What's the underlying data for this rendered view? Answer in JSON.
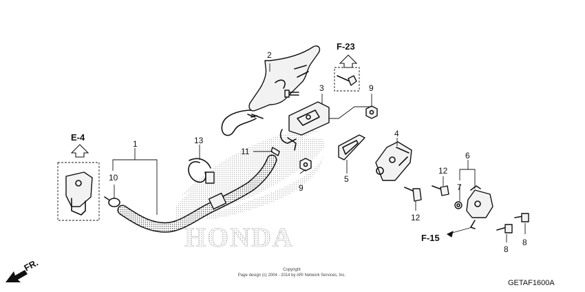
{
  "watermark": {
    "text": "HONDA"
  },
  "reference_labels": {
    "f23": "F-23",
    "e4": "E-4",
    "f15": "F-15"
  },
  "direction_label": "FR.",
  "callouts": {
    "c1": "1",
    "c2": "2",
    "c3": "3",
    "c4": "4",
    "c5": "5",
    "c6": "6",
    "c7": "7",
    "c8a": "8",
    "c8b": "8",
    "c9a": "9",
    "c9b": "9",
    "c10": "10",
    "c11": "11",
    "c12a": "12",
    "c12b": "12",
    "c13": "13"
  },
  "copyright": {
    "line1": "Copyright",
    "line2": "Page design (c) 2004 - 2014 by ARI Network Services, Inc."
  },
  "diagram_code": "GETAF1600A",
  "colors": {
    "ink": "#111111",
    "watermark": "#c8c8c8",
    "background": "#ffffff"
  }
}
